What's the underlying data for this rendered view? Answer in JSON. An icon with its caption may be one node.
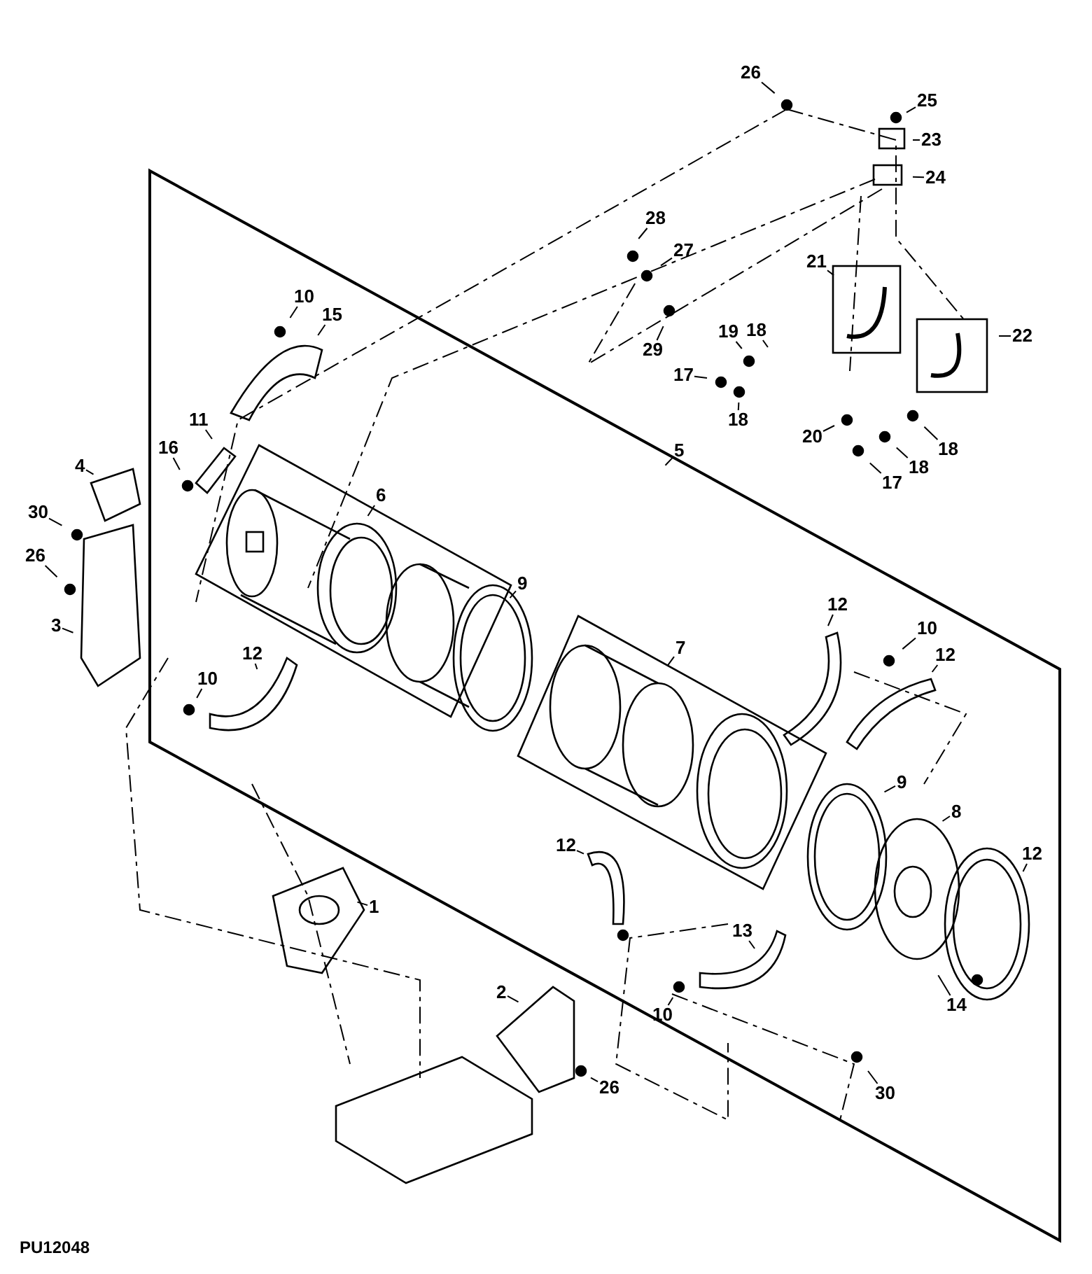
{
  "diagram": {
    "nodes": [
      {
        "text": [
          "26"
        ]
      },
      {
        "text": [
          "25"
        ]
      },
      {
        "text": [
          "23"
        ]
      },
      {
        "text": [
          "24"
        ]
      },
      {
        "text": [
          "28"
        ]
      },
      {
        "text": [
          "27"
        ]
      },
      {
        "text": [
          "10"
        ]
      },
      {
        "text": [
          "15"
        ]
      },
      {
        "text": [
          "21"
        ]
      },
      {
        "text": [
          "22"
        ]
      },
      {
        "text": [
          "29"
        ]
      },
      {
        "text": [
          "19"
        ]
      },
      {
        "text": [
          "18"
        ]
      },
      {
        "text": [
          "17"
        ]
      },
      {
        "text": [
          "18"
        ]
      },
      {
        "text": [
          "11"
        ]
      },
      {
        "text": [
          "5"
        ]
      },
      {
        "text": [
          "20"
        ]
      },
      {
        "text": [
          "18"
        ]
      },
      {
        "text": [
          "18"
        ]
      },
      {
        "text": [
          "17"
        ]
      },
      {
        "text": [
          "16"
        ]
      },
      {
        "text": [
          "4"
        ]
      },
      {
        "text": [
          "30"
        ]
      },
      {
        "text": [
          "6"
        ]
      },
      {
        "text": [
          "26"
        ]
      },
      {
        "text": [
          "3"
        ]
      },
      {
        "text": [
          "9"
        ]
      },
      {
        "text": [
          "12"
        ]
      },
      {
        "text": [
          "10"
        ]
      },
      {
        "text": [
          "12"
        ]
      },
      {
        "text": [
          "7"
        ]
      },
      {
        "text": [
          "12"
        ]
      },
      {
        "text": [
          "10"
        ]
      },
      {
        "text": [
          "9"
        ]
      },
      {
        "text": [
          "8"
        ]
      },
      {
        "text": [
          "12"
        ]
      },
      {
        "text": [
          "12"
        ]
      },
      {
        "text": [
          "1"
        ]
      },
      {
        "text": [
          "13"
        ]
      },
      {
        "text": [
          "14"
        ]
      },
      {
        "text": [
          "2"
        ]
      },
      {
        "text": [
          "10"
        ]
      },
      {
        "text": [
          "26"
        ]
      },
      {
        "text": [
          "30"
        ]
      }
    ],
    "edges": [
      {
        "from": 0,
        "to": null,
        "arrow": "none"
      },
      {
        "from": 1,
        "to": null,
        "arrow": "none"
      },
      {
        "from": 2,
        "to": null,
        "arrow": "none"
      },
      {
        "from": 3,
        "to": null,
        "arrow": "none"
      },
      {
        "from": 4,
        "to": null,
        "arrow": "none"
      },
      {
        "from": 5,
        "to": null,
        "arrow": "none"
      },
      {
        "from": 6,
        "to": null,
        "arrow": "none"
      },
      {
        "from": 7,
        "to": null,
        "arrow": "none"
      },
      {
        "from": 8,
        "to": null,
        "arrow": "none"
      },
      {
        "from": 9,
        "to": null,
        "arrow": "none"
      },
      {
        "from": 10,
        "to": null,
        "arrow": "none"
      },
      {
        "from": 11,
        "to": null,
        "arrow": "none"
      },
      {
        "from": 12,
        "to": null,
        "arrow": "none"
      },
      {
        "from": 13,
        "to": null,
        "arrow": "none"
      },
      {
        "from": 14,
        "to": null,
        "arrow": "none"
      },
      {
        "from": 15,
        "to": null,
        "arrow": "none"
      },
      {
        "from": 16,
        "to": null,
        "arrow": "none"
      },
      {
        "from": 17,
        "to": null,
        "arrow": "none"
      },
      {
        "from": 18,
        "to": null,
        "arrow": "none"
      },
      {
        "from": 19,
        "to": null,
        "arrow": "none"
      },
      {
        "from": 20,
        "to": null,
        "arrow": "none"
      },
      {
        "from": 21,
        "to": null,
        "arrow": "none"
      },
      {
        "from": 22,
        "to": null,
        "arrow": "none"
      },
      {
        "from": 23,
        "to": null,
        "arrow": "none"
      },
      {
        "from": 24,
        "to": null,
        "arrow": "none"
      },
      {
        "from": 25,
        "to": null,
        "arrow": "none"
      },
      {
        "from": 26,
        "to": null,
        "arrow": "none"
      },
      {
        "from": 27,
        "to": null,
        "arrow": "none"
      },
      {
        "from": 28,
        "to": null,
        "arrow": "none"
      },
      {
        "from": 29,
        "to": null,
        "arrow": "none"
      },
      {
        "from": 30,
        "to": null,
        "arrow": "none"
      },
      {
        "from": 31,
        "to": null,
        "arrow": "none"
      },
      {
        "from": 32,
        "to": null,
        "arrow": "none"
      },
      {
        "from": 33,
        "to": null,
        "arrow": "none"
      },
      {
        "from": 34,
        "to": null,
        "arrow": "none"
      },
      {
        "from": 35,
        "to": null,
        "arrow": "none"
      },
      {
        "from": 36,
        "to": null,
        "arrow": "none"
      },
      {
        "from": 37,
        "to": null,
        "arrow": "none"
      },
      {
        "from": 38,
        "to": null,
        "arrow": "none"
      },
      {
        "from": 39,
        "to": null,
        "arrow": "none"
      },
      {
        "from": 40,
        "to": null,
        "arrow": "none"
      },
      {
        "from": 41,
        "to": null,
        "arrow": "none"
      },
      {
        "from": 42,
        "to": null,
        "arrow": "none"
      },
      {
        "from": 43,
        "to": null,
        "arrow": "none"
      },
      {
        "from": 44,
        "to": null,
        "arrow": "none"
      }
    ],
    "labels": [
      "PU12048"
    ]
  }
}
